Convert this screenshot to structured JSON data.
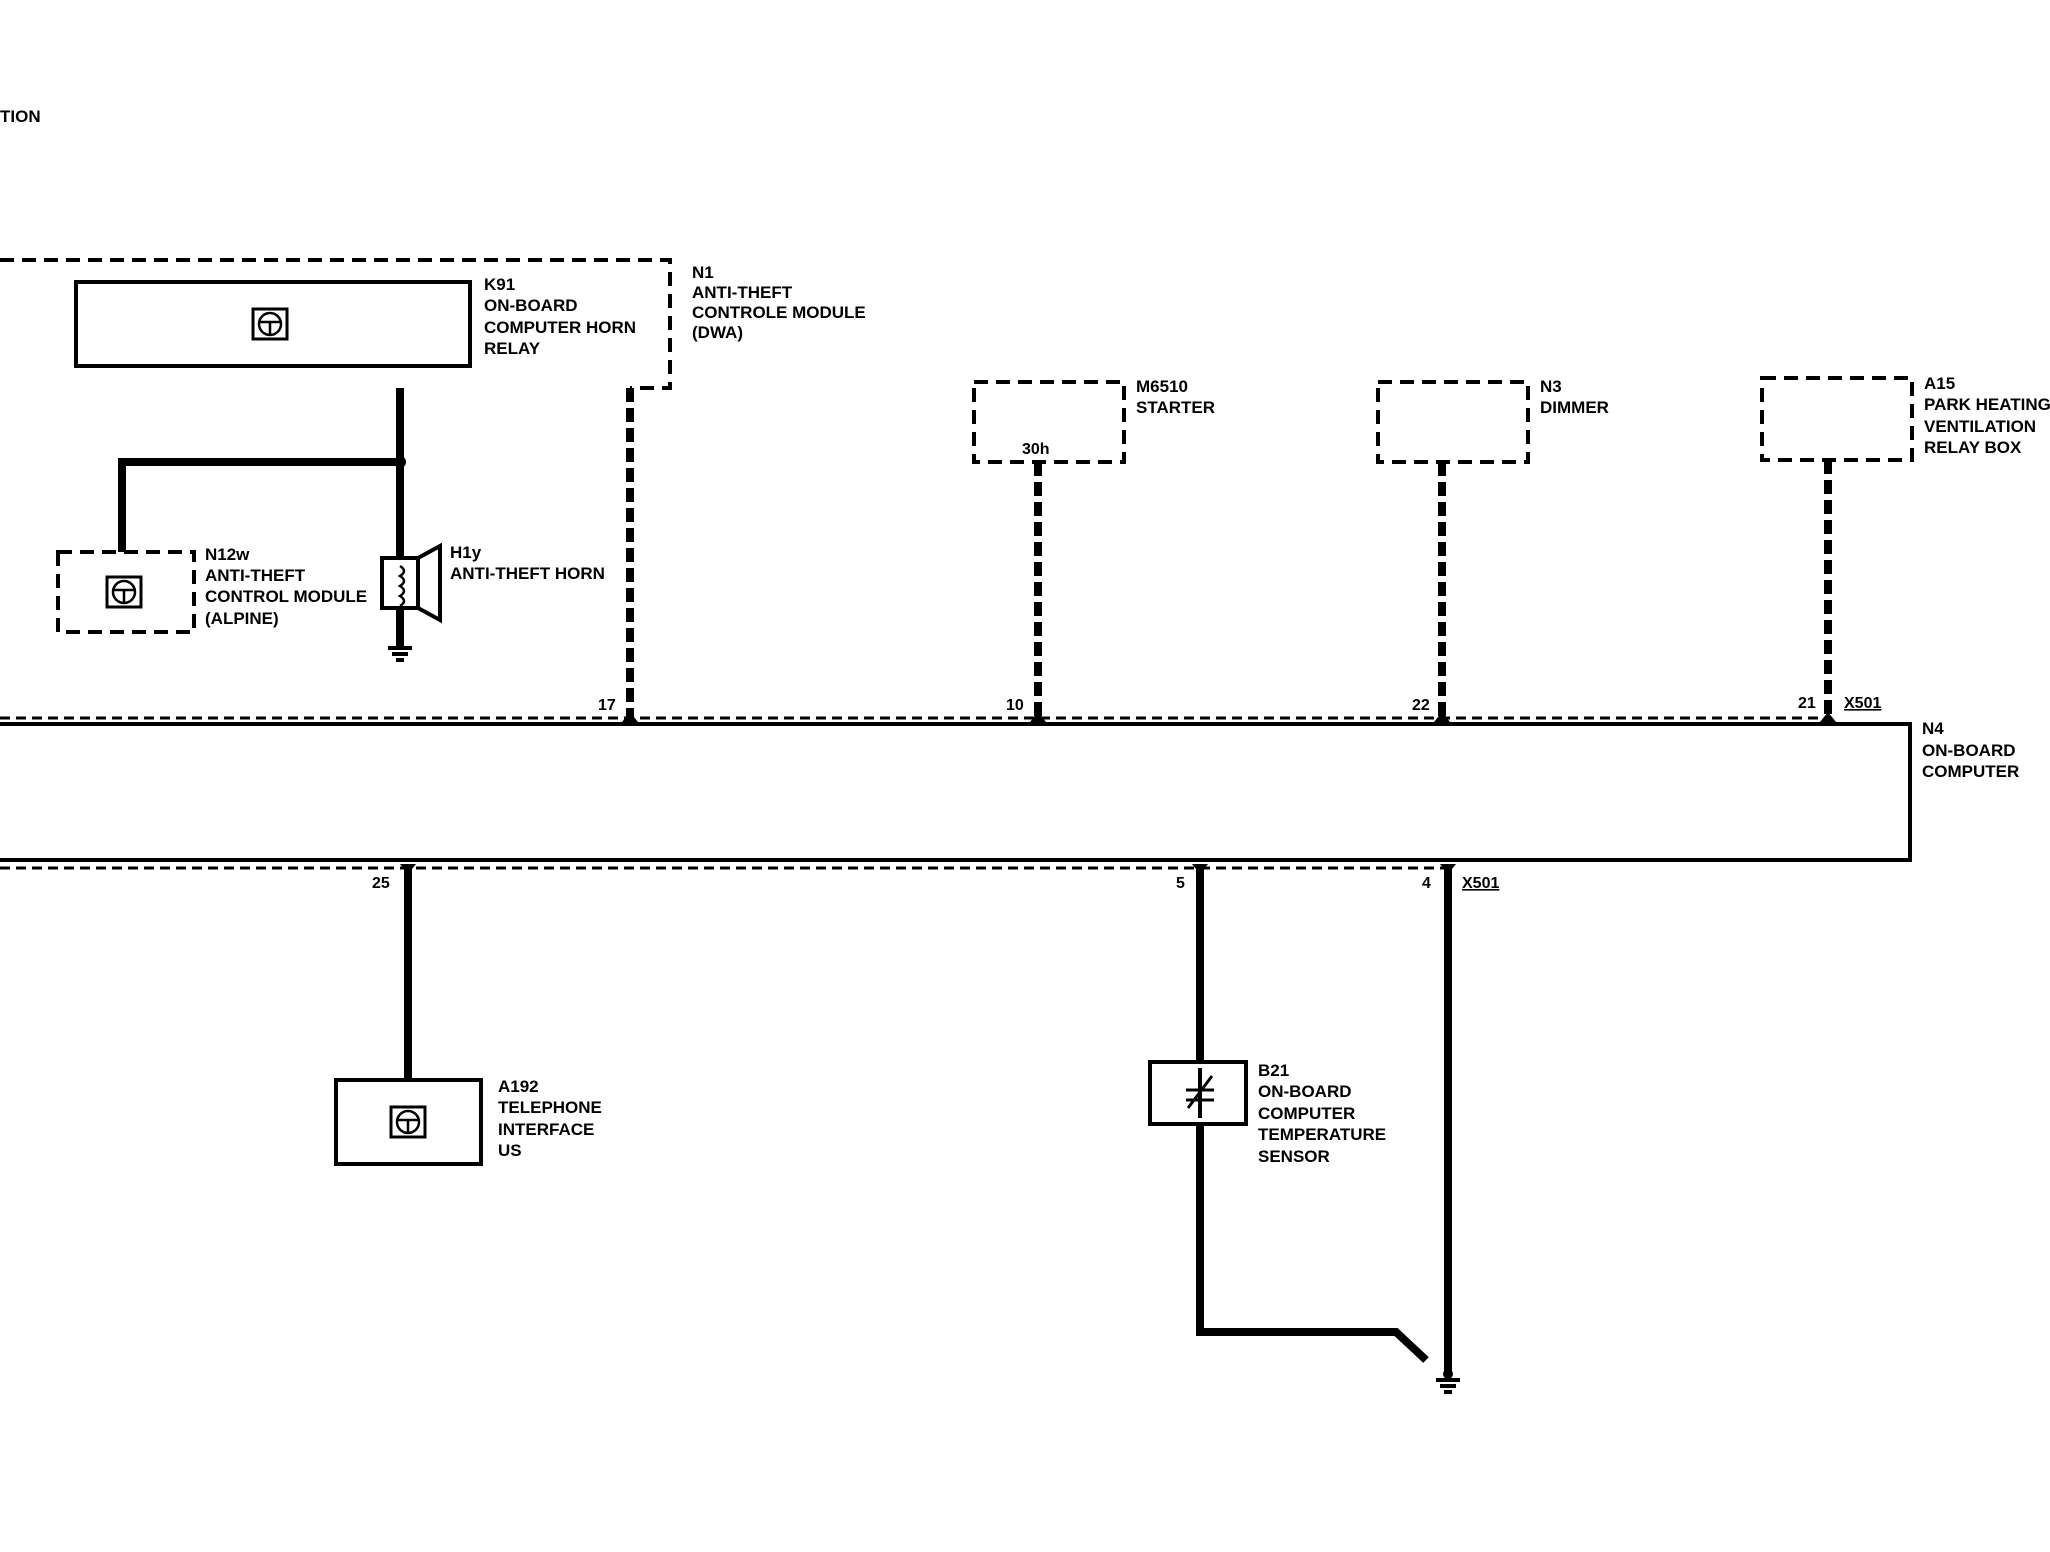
{
  "page": {
    "corner_fragment": "TION"
  },
  "components": {
    "k91": {
      "lines": [
        "K91",
        "ON-BOARD",
        "COMPUTER HORN",
        "RELAY"
      ]
    },
    "n1": {
      "lines": [
        "N1",
        "ANTI-THEFT",
        "CONTROLE MODULE",
        "(DWA)"
      ]
    },
    "n12w": {
      "lines": [
        "N12w",
        "ANTI-THEFT",
        "CONTROL MODULE",
        "(ALPINE)"
      ]
    },
    "h1y": {
      "lines": [
        "H1y",
        "ANTI-THEFT HORN"
      ]
    },
    "m6510": {
      "lines": [
        "M6510",
        "STARTER"
      ],
      "pin": "30h"
    },
    "n3": {
      "lines": [
        "N3",
        "DIMMER"
      ]
    },
    "a15": {
      "lines": [
        "A15",
        "PARK HEATING/",
        "VENTILATION",
        "RELAY BOX"
      ]
    },
    "n4": {
      "lines": [
        "N4",
        "ON-BOARD",
        "COMPUTER"
      ]
    },
    "a192": {
      "lines": [
        "A192",
        "TELEPHONE",
        "INTERFACE",
        "US"
      ]
    },
    "b21": {
      "lines": [
        "B21",
        "ON-BOARD",
        "COMPUTER",
        "TEMPERATURE",
        "SENSOR"
      ]
    }
  },
  "pins": {
    "p17": "17",
    "p10": "10",
    "p22": "22",
    "p21": "21",
    "p25": "25",
    "p5": "5",
    "p4": "4"
  },
  "connectors": {
    "top": "X501",
    "bottom": "X501"
  },
  "icons": {
    "module_symbol": "steering-wheel-module-icon",
    "ground": "ground-icon",
    "horn": "horn-icon",
    "sensor": "thermistor-icon"
  },
  "colors": {
    "ink": "#000000",
    "paper": "#ffffff"
  }
}
